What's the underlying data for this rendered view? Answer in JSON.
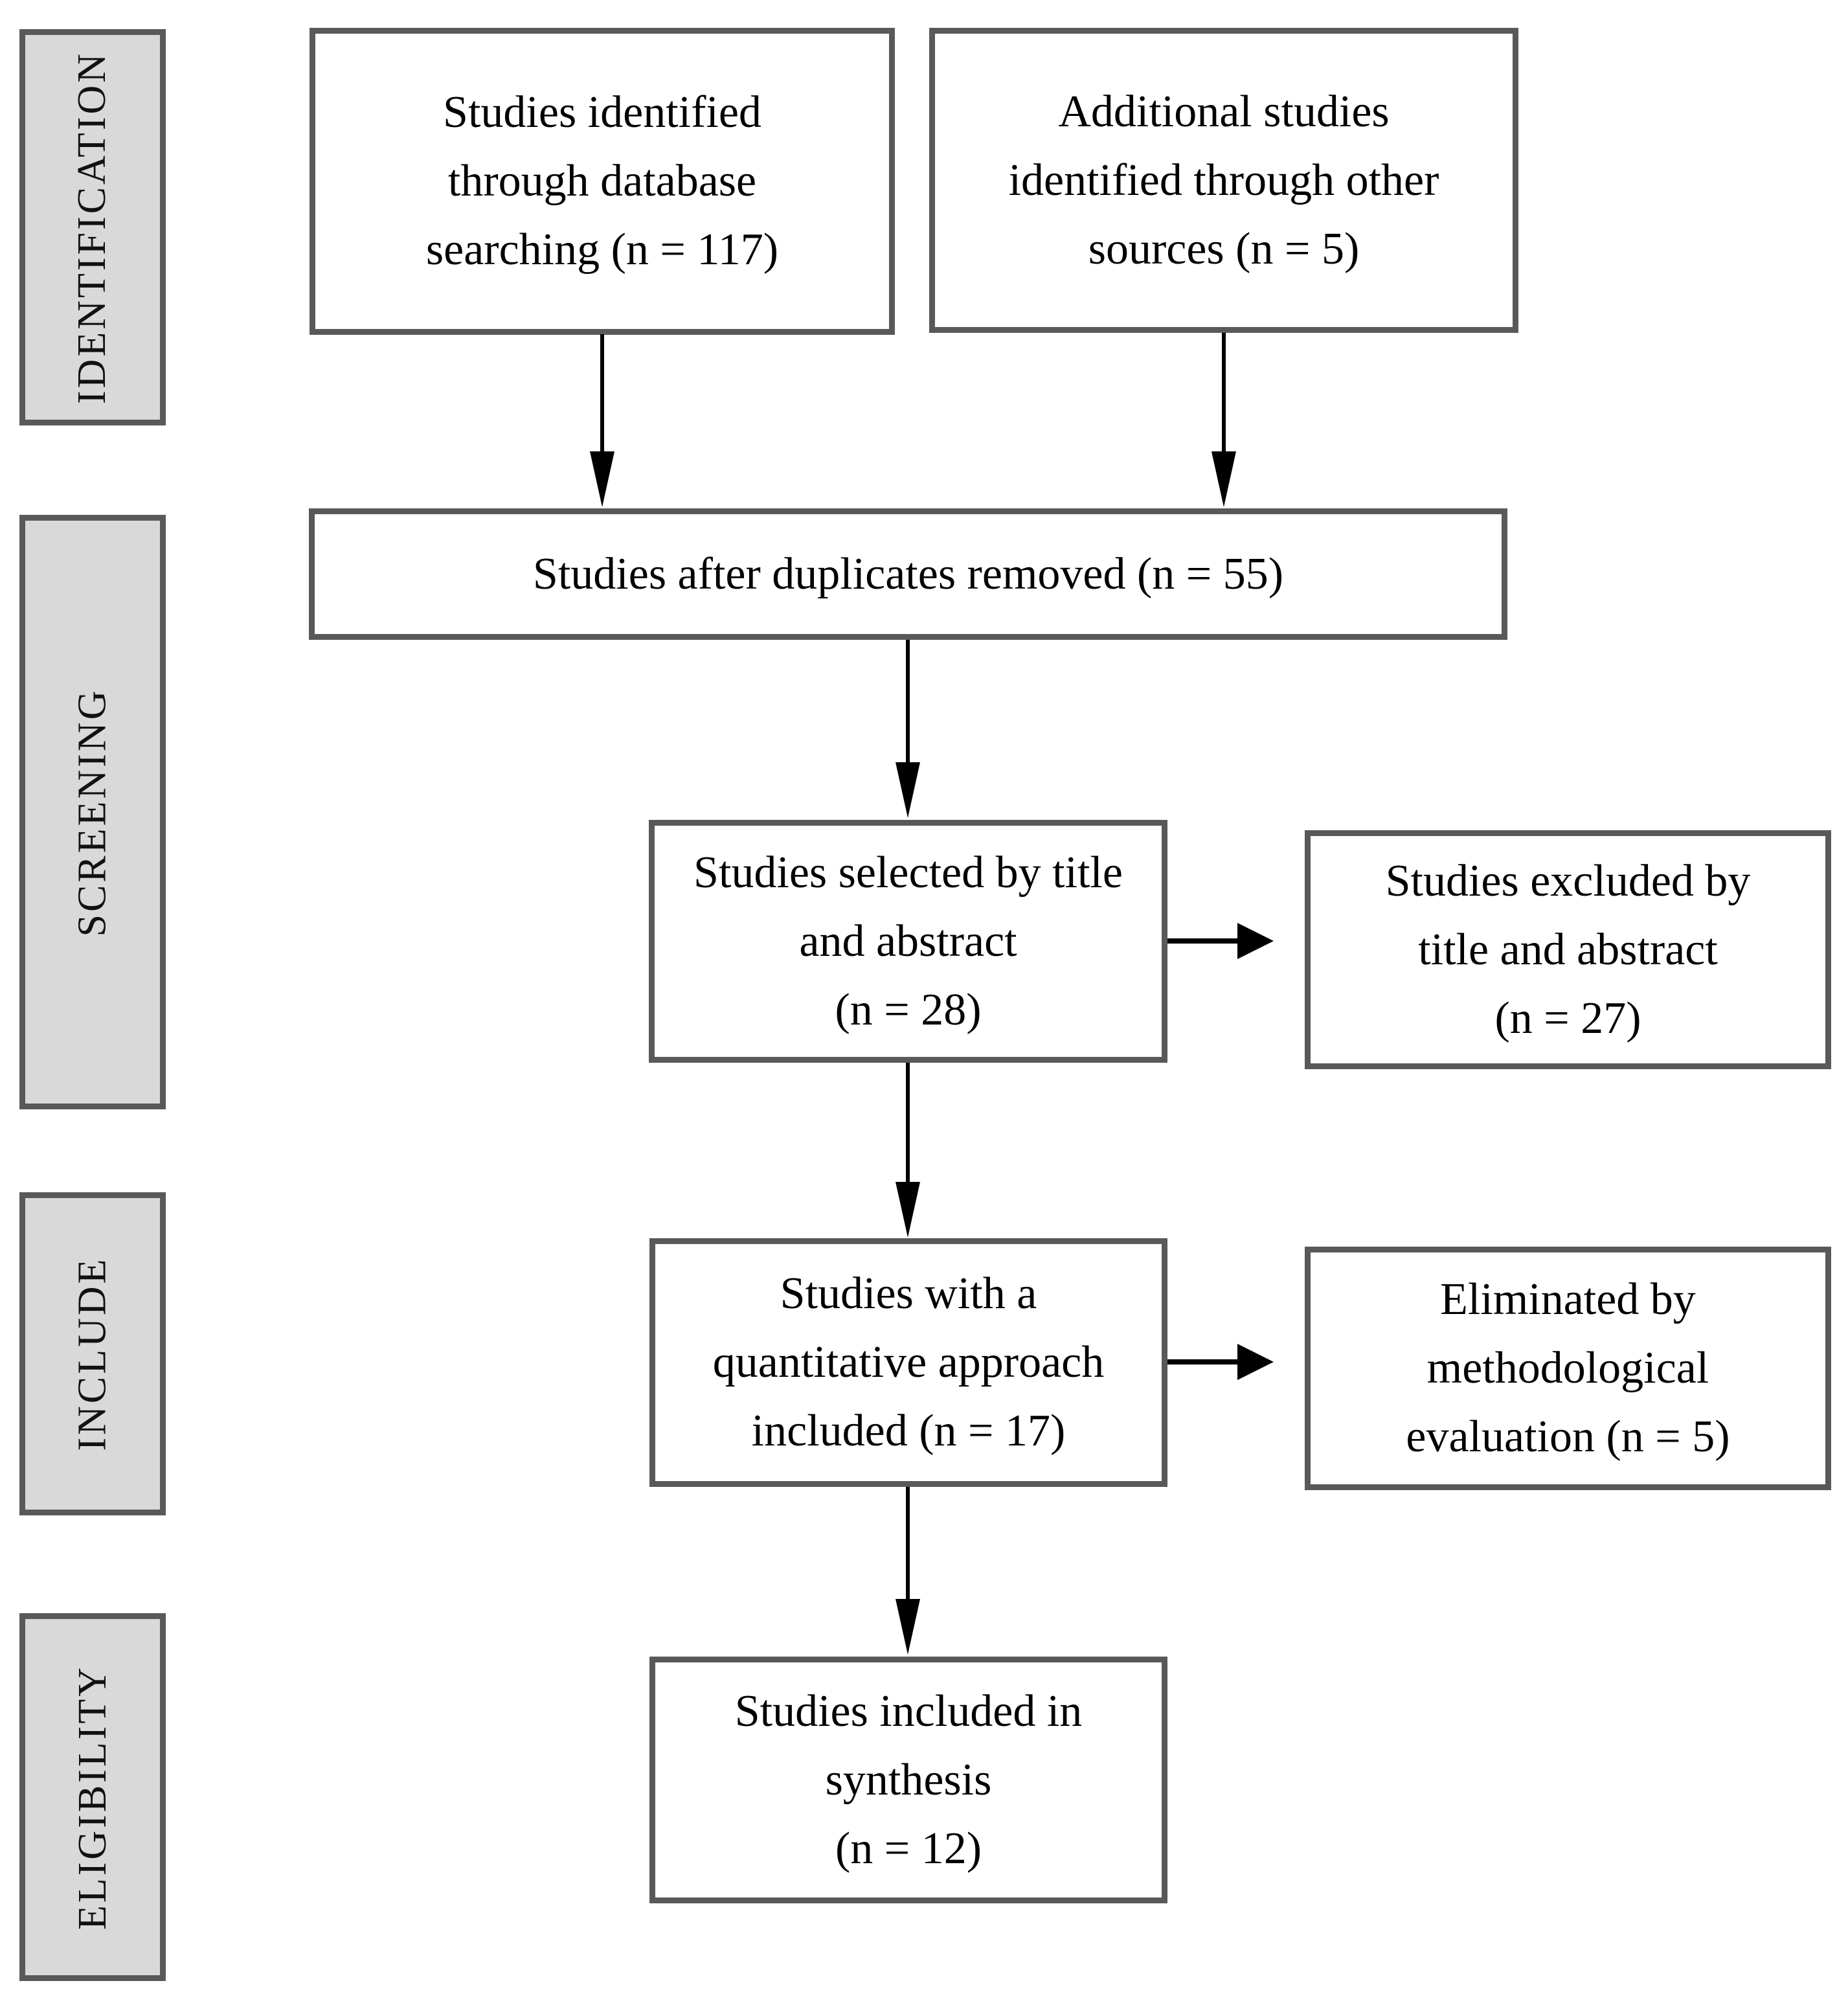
{
  "figure_type": "prisma-flow-diagram",
  "colors": {
    "band_fill": "#d9d9d9",
    "border": "#595959",
    "box_fill": "#ffffff",
    "arrow": "#000000",
    "text": "#000000"
  },
  "stages": [
    {
      "label": "IDENTIFICATION"
    },
    {
      "label": "SCREENING"
    },
    {
      "label": "INCLUDE"
    },
    {
      "label": "ELIGIBILITY"
    }
  ],
  "boxes": {
    "database": {
      "n": 117,
      "lines": [
        "Studies identified",
        "through database",
        "searching (n = 117)"
      ]
    },
    "other": {
      "n": 5,
      "lines": [
        "Additional studies",
        "identified through other",
        "sources (n = 5)"
      ]
    },
    "duplicates": {
      "n": 55,
      "lines": [
        "Studies after duplicates removed (n = 55)"
      ]
    },
    "selected": {
      "n": 28,
      "lines": [
        "Studies selected by title",
        "and abstract",
        "(n = 28)"
      ]
    },
    "excluded": {
      "n": 27,
      "lines": [
        "Studies excluded by",
        "title and abstract",
        "(n = 27)"
      ]
    },
    "quant": {
      "n": 17,
      "lines": [
        "Studies with a",
        "quantitative approach",
        "included (n = 17)"
      ]
    },
    "eliminated": {
      "n": 5,
      "lines": [
        "Eliminated by",
        "methodological",
        "evaluation (n = 5)"
      ]
    },
    "synthesis": {
      "n": 12,
      "lines": [
        "Studies included in",
        "synthesis",
        "(n = 12)"
      ]
    }
  }
}
